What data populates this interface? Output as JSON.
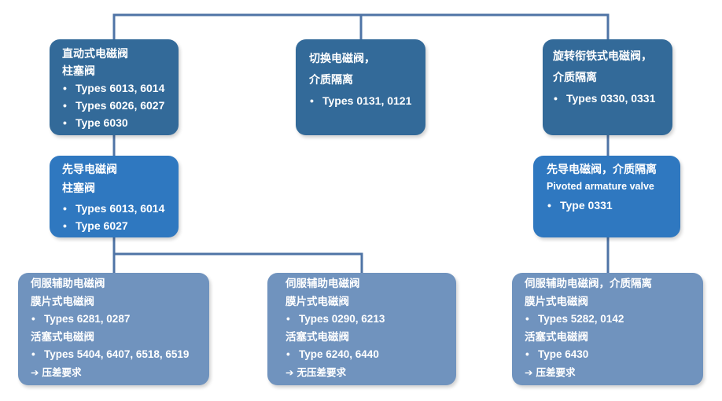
{
  "boxes": {
    "top_left": {
      "title1": "直动式电磁阀",
      "title2": "柱塞阀",
      "bullets": [
        "Types 6013, 6014",
        "Types 6026, 6027",
        "Type 6030"
      ]
    },
    "top_mid": {
      "title1": "切换电磁阀，",
      "title2": "介质隔离",
      "bullets": [
        "Types 0131, 0121"
      ]
    },
    "top_right": {
      "title1": "旋转衔铁式电磁阀，",
      "title2": "介质隔离",
      "bullets": [
        "Types 0330, 0331"
      ]
    },
    "mid_left": {
      "title1": "先导电磁阀",
      "title2": "柱塞阀",
      "bullets": [
        "Types 6013, 6014",
        "Type 6027"
      ]
    },
    "mid_right": {
      "title1": "先导电磁阀，介质隔离",
      "subtitle": "Pivoted armature valve",
      "bullets": [
        "Type 0331"
      ]
    },
    "bot_left": {
      "title1": "伺服辅助电磁阀",
      "sub1": "膜片式电磁阀",
      "bullet1": "Types 6281, 0287",
      "sub2": "活塞式电磁阀",
      "bullet2": "Types 5404, 6407, 6518, 6519",
      "note_arrow": "➔",
      "note": "压差要求"
    },
    "bot_mid": {
      "title1": "伺服辅助电磁阀",
      "sub1": "膜片式电磁阀",
      "bullet1": "Types 0290, 6213",
      "sub2": "活塞式电磁阀",
      "bullet2": "Type 6240, 6440",
      "note_arrow": "➔",
      "note": "无压差要求"
    },
    "bot_right": {
      "title1": "伺服辅助电磁阀，介质隔离",
      "sub1": "膜片式电磁阀",
      "bullet1": "Types 5282, 0142",
      "sub2": "活塞式电磁阀",
      "bullet2": "Type 6430",
      "note_arrow": "➔",
      "note": "压差要求"
    }
  },
  "colors": {
    "connector": "#4F74A6",
    "dark_box": "#336A99",
    "mid_box": "#2F78C0",
    "light_box": "#7093BE"
  }
}
